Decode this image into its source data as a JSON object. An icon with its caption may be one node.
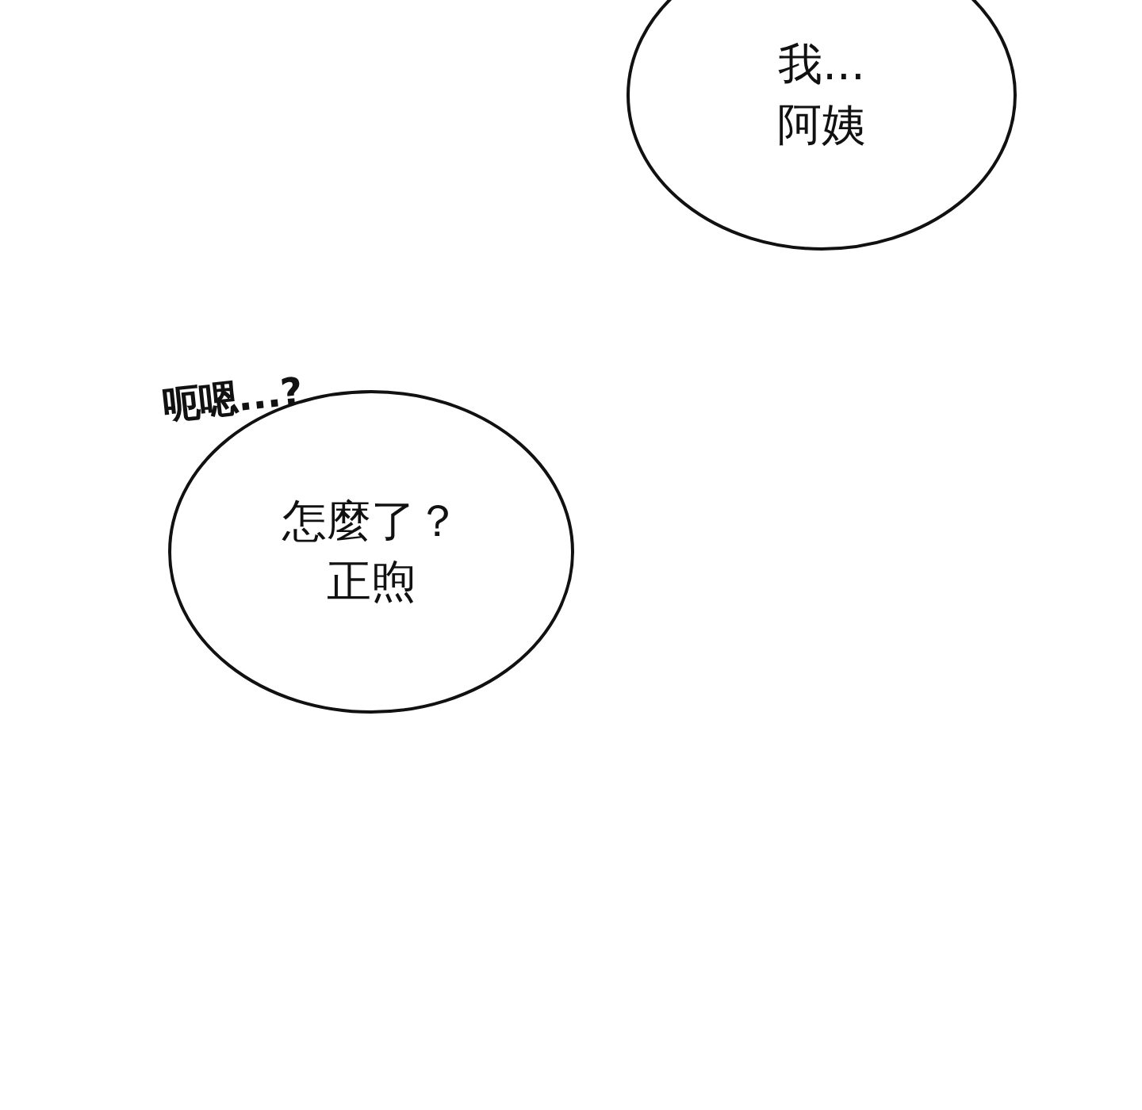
{
  "diagram": {
    "nodes": [
      {
        "text": [
          "我...阿姨"
        ]
      },
      {
        "text": [
          "怎麼了？正煦"
        ]
      }
    ],
    "labels": [
      "呃嗯...?"
    ]
  }
}
